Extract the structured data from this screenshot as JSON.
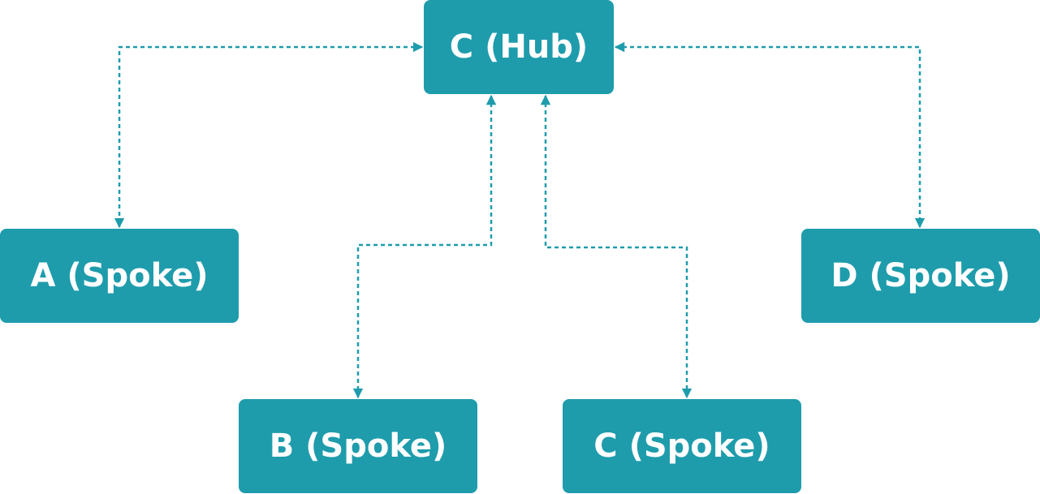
{
  "colors": {
    "node_fill": "#1e9cac",
    "connector": "#1e9cac",
    "text": "#ffffff",
    "background": "#ffffff"
  },
  "nodes": {
    "hub": {
      "label": "C (Hub)"
    },
    "a": {
      "label": "A (Spoke)"
    },
    "b": {
      "label": "B (Spoke)"
    },
    "c": {
      "label": "C (Spoke)"
    },
    "d": {
      "label": "D (Spoke)"
    }
  },
  "connections": [
    {
      "from": "hub",
      "to": "a",
      "style": "dashed",
      "direction": "both"
    },
    {
      "from": "hub",
      "to": "b",
      "style": "dashed",
      "direction": "both"
    },
    {
      "from": "hub",
      "to": "c",
      "style": "dashed",
      "direction": "both"
    },
    {
      "from": "hub",
      "to": "d",
      "style": "dashed",
      "direction": "both"
    }
  ]
}
